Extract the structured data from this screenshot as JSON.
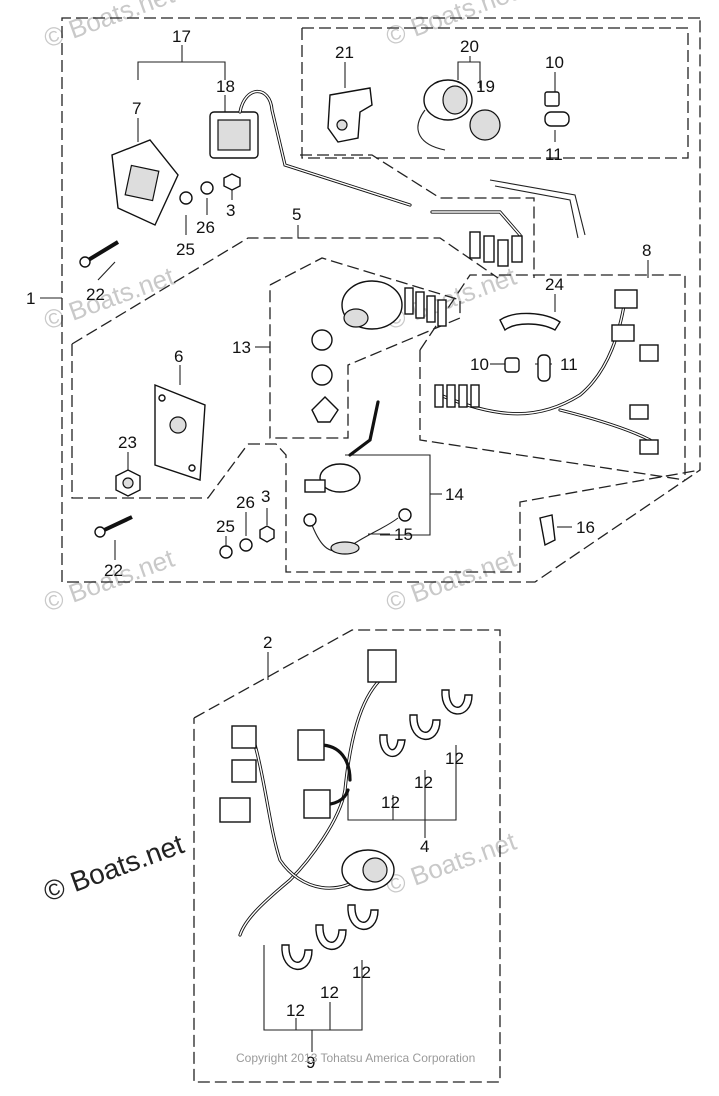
{
  "labels": {
    "n1": "1",
    "n2": "2",
    "n3a": "3",
    "n3b": "3",
    "n4": "4",
    "n5": "5",
    "n6": "6",
    "n7": "7",
    "n8": "8",
    "n9": "9",
    "n10a": "10",
    "n10b": "10",
    "n11a": "11",
    "n11b": "11",
    "n12a": "12",
    "n12b": "12",
    "n12c": "12",
    "n12d": "12",
    "n12e": "12",
    "n12f": "12",
    "n13": "13",
    "n14": "14",
    "n15": "15",
    "n16": "16",
    "n17": "17",
    "n18": "18",
    "n19": "19",
    "n20": "20",
    "n21": "21",
    "n22a": "22",
    "n22b": "22",
    "n23": "23",
    "n24": "24",
    "n25a": "25",
    "n25b": "25",
    "n26a": "26",
    "n26b": "26"
  },
  "watermark": "© Boats.net",
  "copyright": "Copyright 2013 Tohatsu America Corporation"
}
